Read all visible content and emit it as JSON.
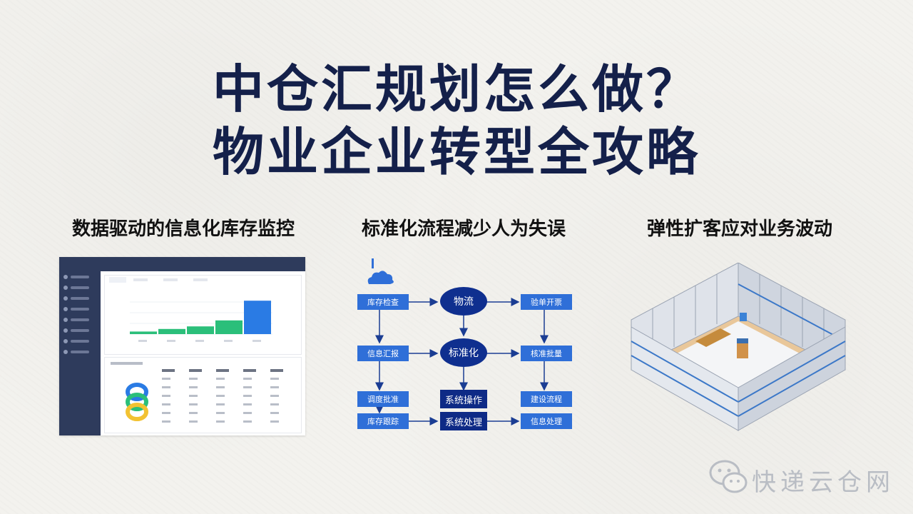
{
  "title": {
    "line1": "中仓汇规划怎么做？",
    "line2": "物业企业转型全攻略"
  },
  "panels": [
    {
      "heading": "数据驱动的信息化库存监控",
      "image": "dashboard-screenshot"
    },
    {
      "heading": "标准化流程减少人为失误",
      "image": "process-flowchart"
    },
    {
      "heading": "弹性扩客应对业务波动",
      "image": "modular-warehouse-illustration"
    }
  ],
  "dashboard": {
    "bar_values": [
      0.06,
      0.12,
      0.18,
      0.32,
      0.78
    ],
    "colors": {
      "sidebar": "#2e3b5c",
      "green": "#2bbf7a",
      "blue": "#2a7be4",
      "yellow": "#f2c232"
    }
  },
  "flowchart": {
    "nodes": [
      {
        "id": "n1",
        "label": "库存检查"
      },
      {
        "id": "n2",
        "label": "物流"
      },
      {
        "id": "n3",
        "label": "验单开票"
      },
      {
        "id": "n4",
        "label": "信息汇报"
      },
      {
        "id": "n5",
        "label": "标准化"
      },
      {
        "id": "n6",
        "label": "核准批量"
      },
      {
        "id": "n7",
        "label": "调度批准"
      },
      {
        "id": "n8",
        "label": "系统操作"
      },
      {
        "id": "n9",
        "label": "建设流程"
      },
      {
        "id": "n10",
        "label": "库存跟踪"
      },
      {
        "id": "n11",
        "label": "系统处理"
      },
      {
        "id": "n12",
        "label": "信息处理"
      }
    ],
    "colors": {
      "box": "#2f6fd8",
      "dark": "#0e2a86",
      "arrow": "#1b3d93"
    }
  },
  "watermark": {
    "text": "快递云仓网",
    "icon": "wechat-logo-icon"
  }
}
